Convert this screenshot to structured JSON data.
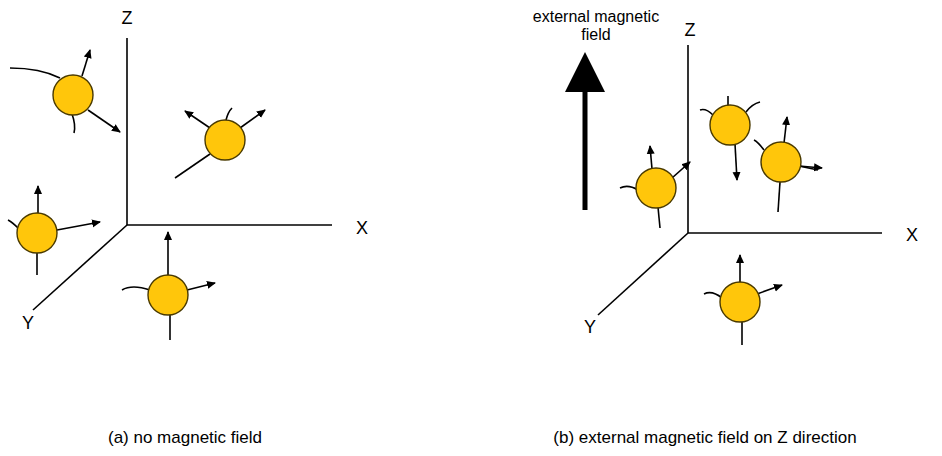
{
  "diagram": {
    "labels": [
      "Z",
      "X",
      "Y",
      "(a) no magnetic field",
      "external magnetic field",
      "Z",
      "X",
      "Y",
      "(b) external magnetic field on Z direction"
    ]
  }
}
